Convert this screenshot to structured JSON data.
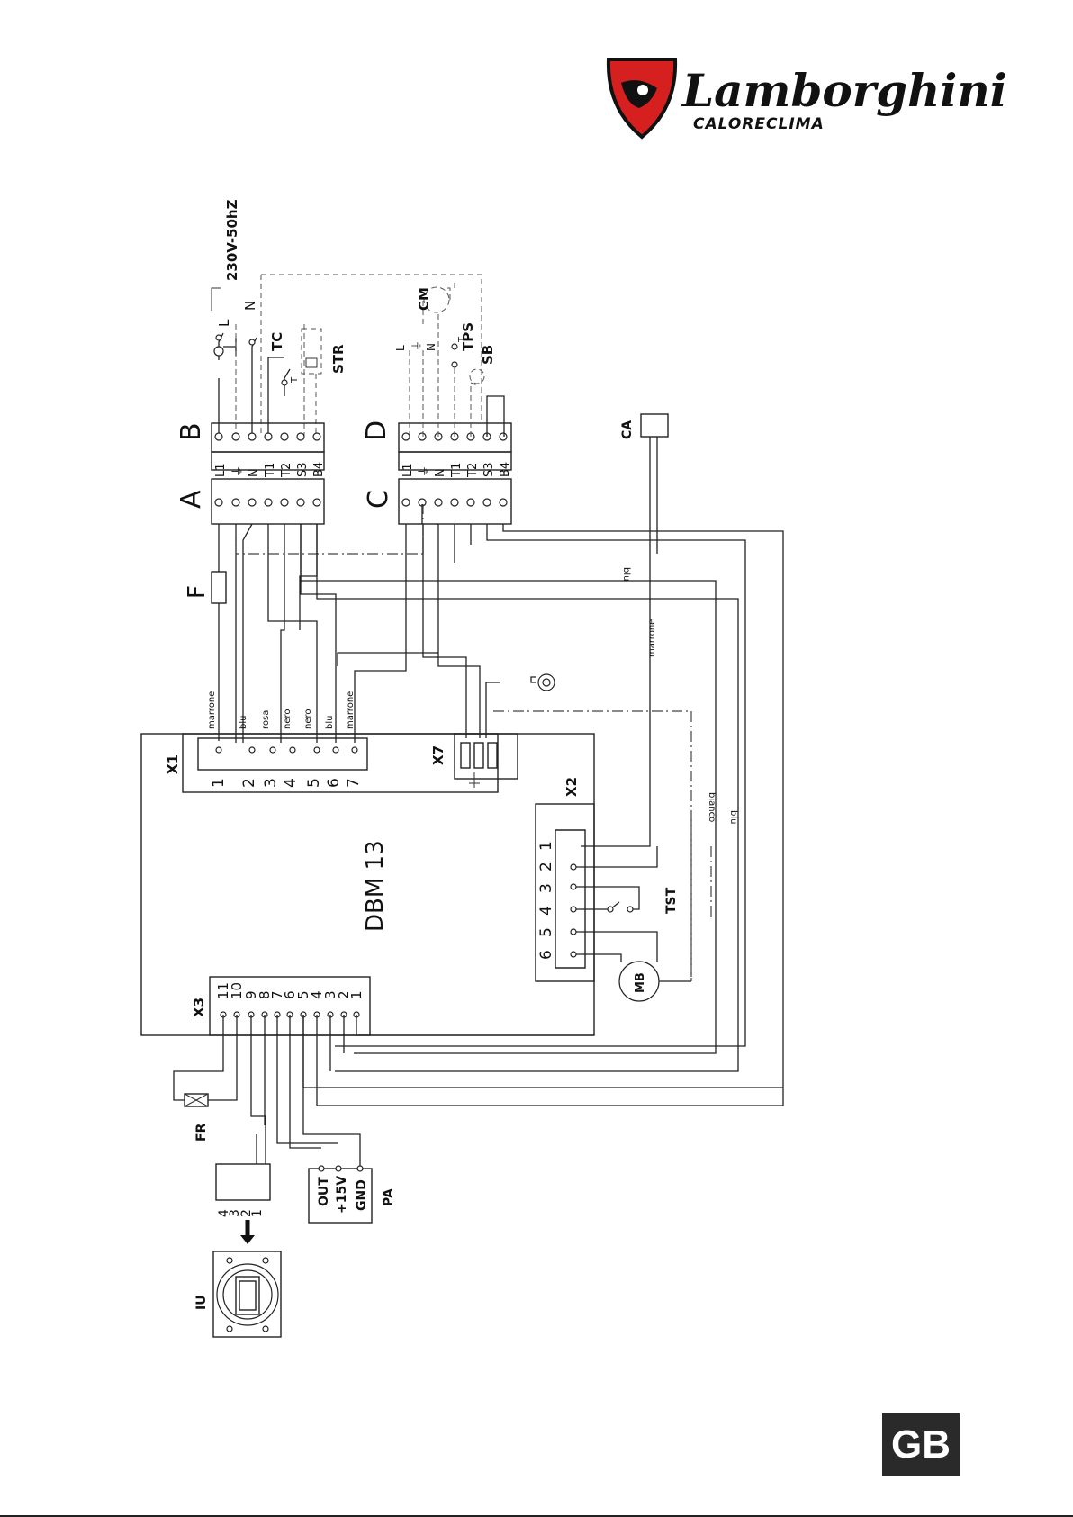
{
  "brand": {
    "name": "Lamborghini",
    "subtitle": "CALORECLIMA"
  },
  "badge": "GB",
  "diagram": {
    "power_supply": "230V-50hZ",
    "mains": [
      "L",
      "N"
    ],
    "terminal_blocks": {
      "A": "A",
      "B": "B",
      "C": "C",
      "D": "D",
      "pins": [
        "L1",
        "⏚",
        "N",
        "T1",
        "T2",
        "S3",
        "B4"
      ]
    },
    "components": {
      "fuse": "F",
      "thermostat": "TC",
      "thermostat_pin": "T",
      "str": "STR",
      "cm": "CM",
      "tps": "TPS",
      "sb": "SB",
      "ca": "CA",
      "cm_pins": [
        "L",
        "⏚",
        "N"
      ],
      "tps_pin": "T",
      "board": "DBM 13",
      "x1": "X1",
      "x2": "X2",
      "x3": "X3",
      "x7": "X7",
      "tst": "TST",
      "mb": "MB",
      "fr": "FR",
      "pa": "PA",
      "iu": "IU"
    },
    "x1_pins": [
      "1",
      "2",
      "3",
      "4",
      "5",
      "6",
      "7"
    ],
    "x1_wire_colors": [
      "marrone",
      "blu",
      "rosa",
      "nero",
      "nero",
      "blu",
      "marrone"
    ],
    "x2_pins": [
      "1",
      "2",
      "3",
      "4",
      "5",
      "6"
    ],
    "x3_pins": [
      "11",
      "10",
      "9",
      "8",
      "7",
      "6",
      "5",
      "4",
      "3",
      "2",
      "1"
    ],
    "pa_pins": [
      "OUT",
      "+15V",
      "GND"
    ],
    "iu_pins": [
      "4",
      "3",
      "2",
      "1"
    ],
    "wire_labels": {
      "blu_top": "blu",
      "marrone_ca": "marrone",
      "bianco": "bianco",
      "blu_x2": "blu"
    }
  }
}
